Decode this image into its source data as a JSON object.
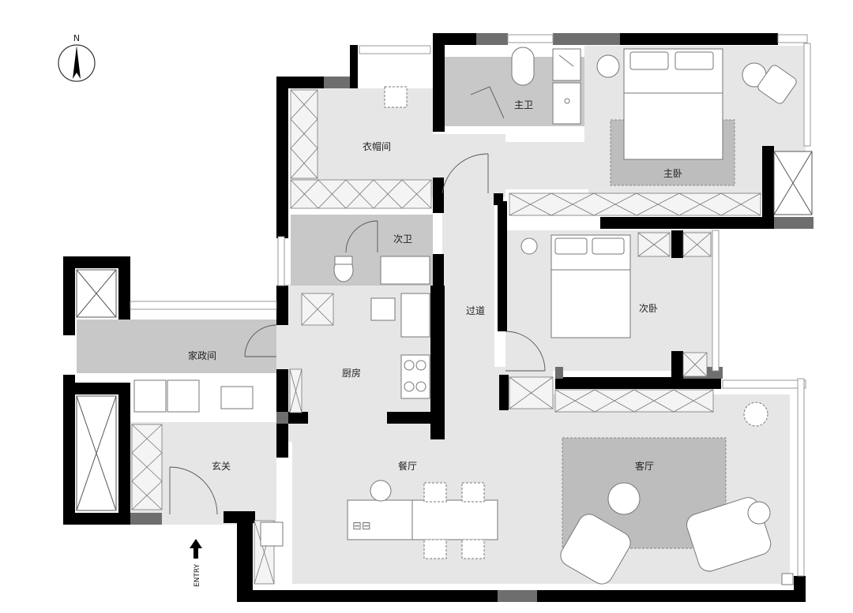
{
  "compass": {
    "label": "N"
  },
  "entry": {
    "label": "ENTRY"
  },
  "rooms": {
    "master_bath": "主卫",
    "cloakroom": "衣帽间",
    "master_bedroom": "主卧",
    "second_bath": "次卫",
    "corridor": "过道",
    "second_bedroom": "次卧",
    "utility_room": "家政间",
    "kitchen": "厨房",
    "foyer": "玄关",
    "dining": "餐厅",
    "living": "客厅"
  },
  "colors": {
    "wall": "#000000",
    "wall_grey": "#6e6e6e",
    "floor_light": "#e6e6e6",
    "floor_wet": "#c8c8c8",
    "rug": "#bdbdbd",
    "line": "#888888"
  }
}
